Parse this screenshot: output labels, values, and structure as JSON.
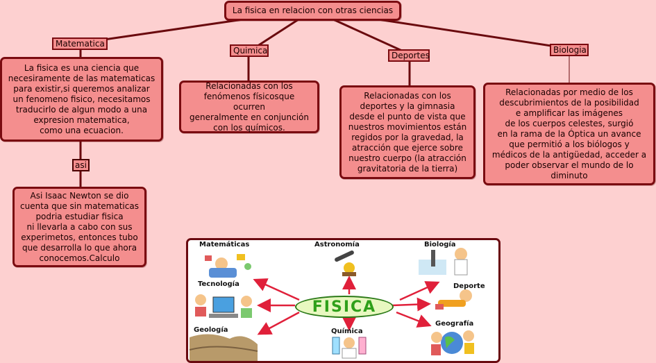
{
  "title": "La fisica en relacion con otras ciencias",
  "branches": [
    {
      "label": "Matematica",
      "text": "La fisica es una ciencia que\nnecesiramente de las matematicas\npara existir,si queremos analizar\nun fenomeno fisico, necesitamos\ntraducirlo de algun modo a una\nexpresion matematica,\ncomo una ecuacion."
    },
    {
      "label": "Quimica",
      "text": "Relacionadas con los\nfenómenos físicosque ocurren\ngeneralmente en conjunción\ncon los químicos."
    },
    {
      "label": "Deportes",
      "text": "Relacionadas con los\ndeportes y la gimnasia\ndesde el punto de vista que\nnuestros movimientos están\nregidos por la gravedad, la\natracción que ejerce sobre\nnuestro cuerpo (la atracción\ngravitatoria de la tierra)"
    },
    {
      "label": "Biologia",
      "text": "Relacionadas por medio de los\ndescubrimientos de la posibilidad\ne amplificar las imágenes\nde los cuerpos celestes, surgió\nen la rama de la Óptica un avance\nque permitió a los biólogos y\nmédicos de la antigüedad, acceder a\npoder observar el mundo de lo\ndiminuto"
    }
  ],
  "sub": {
    "label": "asi",
    "text": "Asi Isaac Newton se dio\ncuenta que sin matematicas\npodria estudiar fisica\nni llevarla a cabo con sus\nexperimetos, entonces tubo\nque desarrolla lo que ahora\nconocemos.Calculo"
  },
  "illustration": {
    "center": "FISICA",
    "labels": {
      "matematicas": "Matemáticas",
      "astronomia": "Astronomía",
      "biologia": "Biología",
      "tecnologia": "Tecnología",
      "deporte": "Deporte",
      "geologia": "Geología",
      "quimica": "Química",
      "geografia": "Geografía"
    }
  },
  "colors": {
    "background": "#fdd0d0",
    "node_fill": "#f48e8e",
    "node_border": "#7a0b10",
    "arrow": "#e0203a",
    "center_text": "#2fa01a"
  }
}
